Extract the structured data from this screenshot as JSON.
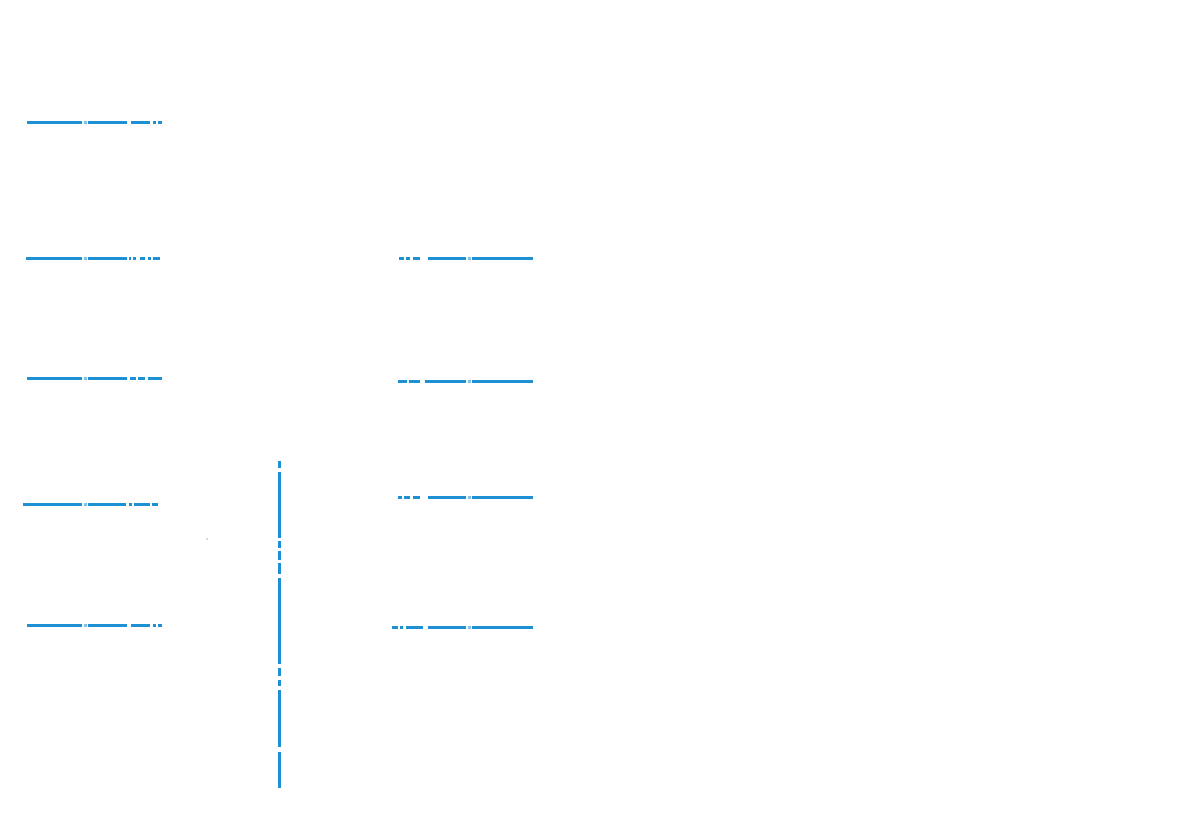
{
  "colors": {
    "background": "#ffffff",
    "line": "#1e90d4"
  },
  "lines": [
    {
      "id": "line-left-1",
      "orientation": "horizontal"
    },
    {
      "id": "line-left-2",
      "orientation": "horizontal"
    },
    {
      "id": "line-left-3",
      "orientation": "horizontal"
    },
    {
      "id": "line-left-4",
      "orientation": "horizontal"
    },
    {
      "id": "line-left-5",
      "orientation": "horizontal"
    },
    {
      "id": "line-right-1",
      "orientation": "horizontal"
    },
    {
      "id": "line-right-2",
      "orientation": "horizontal"
    },
    {
      "id": "line-right-3",
      "orientation": "horizontal"
    },
    {
      "id": "line-right-4",
      "orientation": "horizontal"
    },
    {
      "id": "line-vertical-center",
      "orientation": "vertical"
    }
  ]
}
